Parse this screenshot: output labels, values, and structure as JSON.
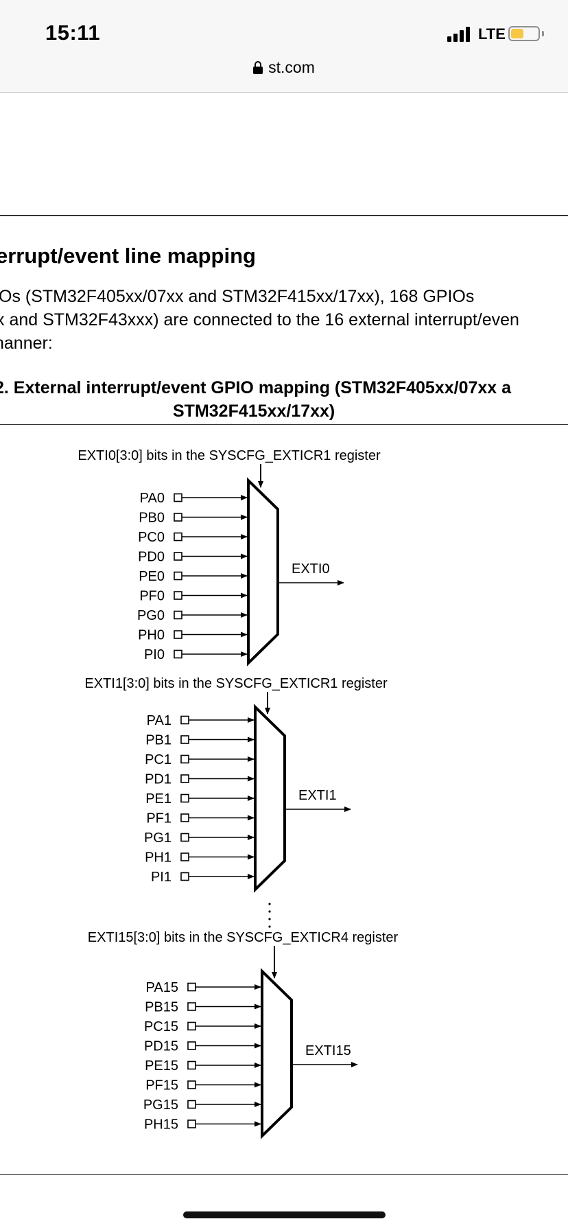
{
  "status_bar": {
    "time": "15:11",
    "network": "LTE",
    "url": "st.com",
    "battery_color": "#f6c744"
  },
  "document": {
    "section_heading": "errupt/event line mapping",
    "paragraph_lines": [
      "Os (STM32F405xx/07xx and STM32F415xx/17xx), 168 GPIOs",
      "x and STM32F43xxx) are connected to the 16 external interrupt/even",
      "nanner:"
    ],
    "figure_caption_lines": [
      "2. External interrupt/event GPIO mapping (STM32F405xx/07xx a",
      "STM32F415xx/17xx)"
    ]
  },
  "diagram": {
    "groups": [
      {
        "register_label": "EXTI0[3:0] bits in the SYSCFG_EXTICR1 register",
        "inputs": [
          "PA0",
          "PB0",
          "PC0",
          "PD0",
          "PE0",
          "PF0",
          "PG0",
          "PH0",
          "PI0"
        ],
        "output": "EXTI0"
      },
      {
        "register_label": "EXTI1[3:0] bits in the SYSCFG_EXTICR1 register",
        "inputs": [
          "PA1",
          "PB1",
          "PC1",
          "PD1",
          "PE1",
          "PF1",
          "PG1",
          "PH1",
          "PI1"
        ],
        "output": "EXTI1"
      },
      {
        "register_label": "EXTI15[3:0] bits in the SYSCFG_EXTICR4 register",
        "inputs": [
          "PA15",
          "PB15",
          "PC15",
          "PD15",
          "PE15",
          "PF15",
          "PG15",
          "PH15"
        ],
        "output": "EXTI15"
      }
    ]
  }
}
